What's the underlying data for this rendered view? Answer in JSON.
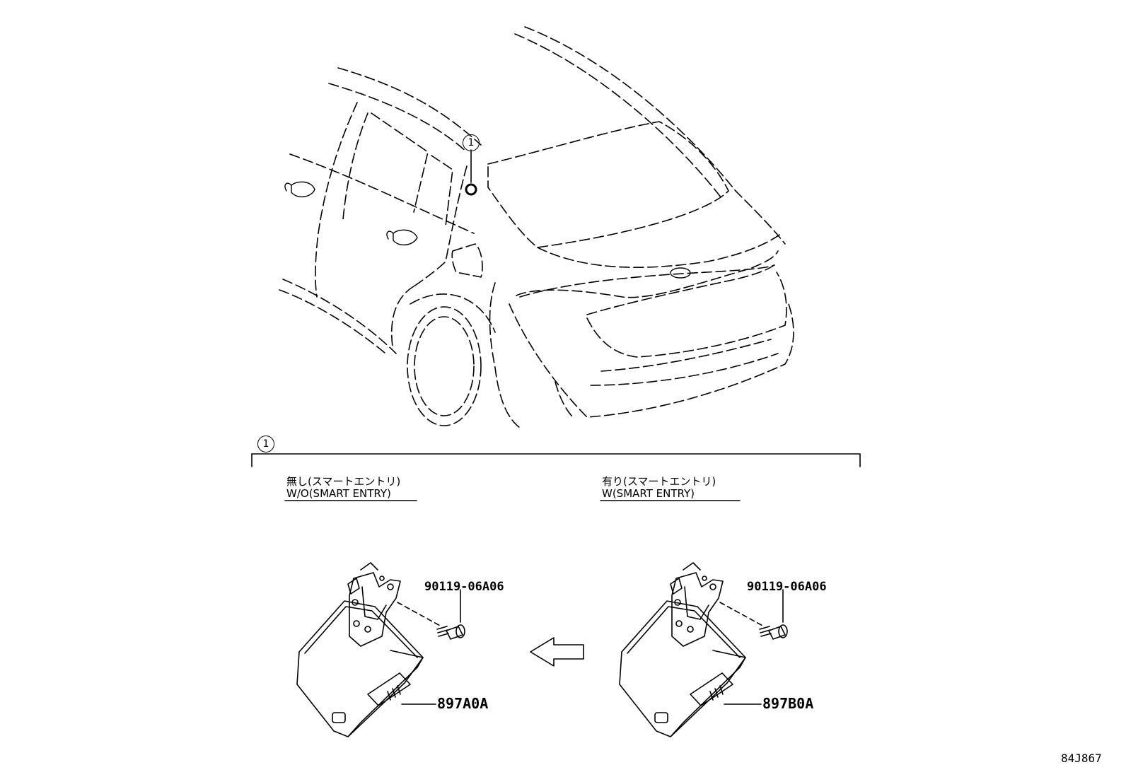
{
  "callout_number": "1",
  "variants": [
    {
      "caption_jp": "無し(スマートエントリ)",
      "caption_en": "W/O(SMART ENTRY)",
      "bolt_part": "90119-06A06",
      "module_part": "897A0A"
    },
    {
      "caption_jp": "有り(スマートエントリ)",
      "caption_en": "W(SMART ENTRY)",
      "bolt_part": "90119-06A06",
      "module_part": "897B0A"
    }
  ],
  "reference_code": "84J867",
  "icons": [
    "circled-number-icon",
    "left-arrow-icon"
  ]
}
